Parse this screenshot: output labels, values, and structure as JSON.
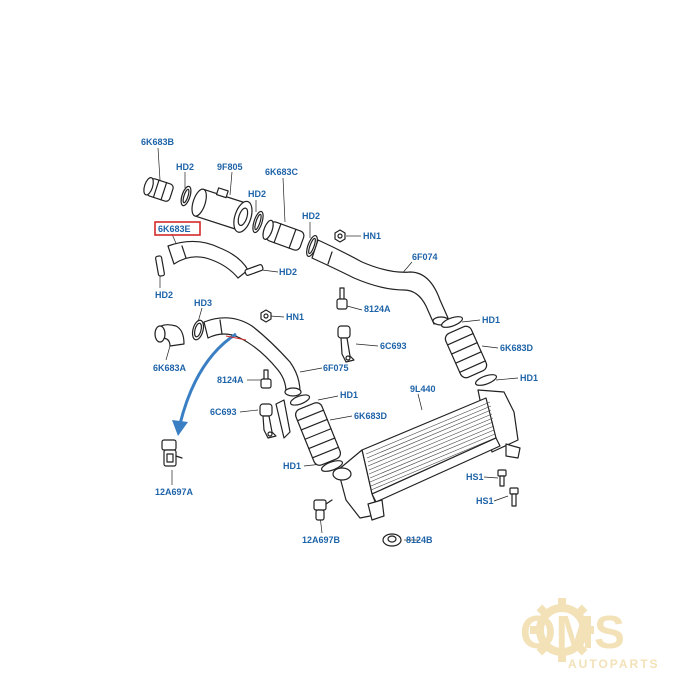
{
  "labels": {
    "l_6K683B": "6K683B",
    "l_HD2_a": "HD2",
    "l_9F805": "9F805",
    "l_6K683C": "6K683C",
    "l_HD2_b": "HD2",
    "l_HD2_c": "HD2",
    "l_6K683E": "6K683E",
    "l_HN1_a": "HN1",
    "l_6F074": "6F074",
    "l_HD2_d": "HD2",
    "l_HD2_e": "HD2",
    "l_8124A_a": "8124A",
    "l_HD3": "HD3",
    "l_HN1_b": "HN1",
    "l_HD1_a": "HD1",
    "l_6C693_a": "6C693",
    "l_6K683D_a": "6K683D",
    "l_6K683A": "6K683A",
    "l_6F075": "6F075",
    "l_HD1_b": "HD1",
    "l_8124A_b": "8124A",
    "l_9L440": "9L440",
    "l_HD1_c": "HD1",
    "l_6C693_b": "6C693",
    "l_6K683D_b": "6K683D",
    "l_HD1_d": "HD1",
    "l_HS1_a": "HS1",
    "l_HS1_b": "HS1",
    "l_12A697A": "12A697A",
    "l_12A697B": "12A697B",
    "l_8124B": "8124B"
  },
  "watermark": {
    "logo_text": "OMS",
    "sub_text": "AUTOPARTS"
  },
  "colors": {
    "label": "#1e63a8",
    "highlight_box": "#d42a2a",
    "arrow": "#3a7fc4",
    "watermark": "#f3e2b8"
  },
  "highlighted_label": "6K683E"
}
